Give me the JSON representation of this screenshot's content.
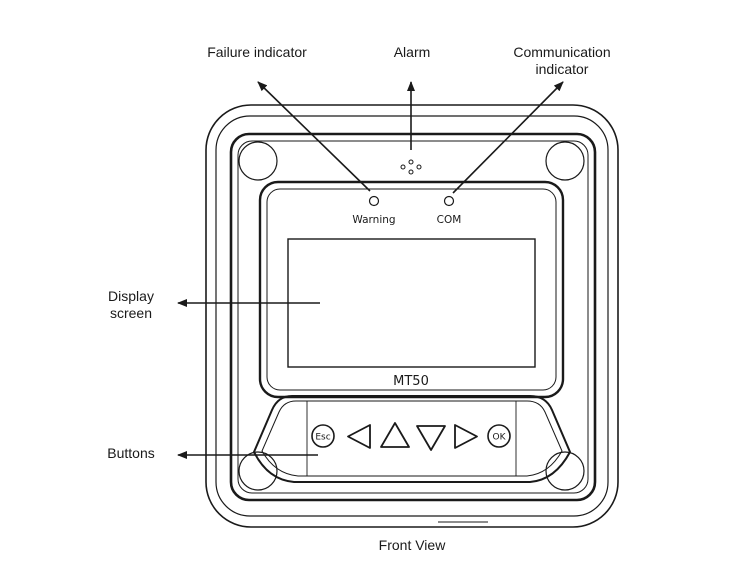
{
  "annotations": {
    "failure_indicator": "Failure indicator",
    "alarm": "Alarm",
    "communication_indicator_line1": "Communication",
    "communication_indicator_line2": "indicator",
    "display_screen_line1": "Display",
    "display_screen_line2": "screen",
    "buttons": "Buttons"
  },
  "device": {
    "warning_label": "Warning",
    "com_label": "COM",
    "model": "MT50",
    "buttons": [
      {
        "id": "esc",
        "label": "Esc",
        "shape": "circle"
      },
      {
        "id": "left",
        "label": "",
        "shape": "triangle-left"
      },
      {
        "id": "up",
        "label": "",
        "shape": "triangle-up"
      },
      {
        "id": "down",
        "label": "",
        "shape": "triangle-down"
      },
      {
        "id": "right",
        "label": "",
        "shape": "triangle-right"
      },
      {
        "id": "ok",
        "label": "OK",
        "shape": "circle"
      }
    ]
  },
  "caption": "Front View",
  "colors": {
    "line": "#1a1a1a",
    "background": "#ffffff"
  }
}
